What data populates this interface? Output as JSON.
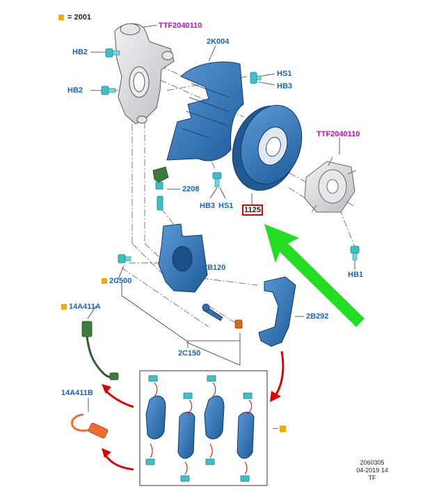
{
  "legend": {
    "marker_color": "#f5a800",
    "text": "= 2001"
  },
  "labels": {
    "knuckle": "TTF2040110",
    "hb2_top": "HB2",
    "hb2_mid": "HB2",
    "shield": "2K004",
    "hs1_right": "HS1",
    "hb3_right": "HB3",
    "hub": "TTF2040110",
    "bleeder": "2208",
    "hb3_bottom": "HB3",
    "hs1_bottom": "HS1",
    "disc": "1125",
    "hb1": "HB1",
    "caliper": "2B120",
    "bracket_bolt": "2C500",
    "sensor_a": "14A411A",
    "carrier": "2B292",
    "guide_pin": "2C150",
    "sensor_b": "14A411B"
  },
  "footer": {
    "line1": "2060305",
    "line2": "04-2019 14",
    "line3": "TF"
  },
  "colors": {
    "label_blue": "#1565c0",
    "label_magenta": "#d000d0",
    "part_blue": "#2f6fb0",
    "part_gray": "#d9d9dc",
    "highlight": "#e00000",
    "arrow_green": "#22dd22",
    "arrow_red": "#e00000",
    "marker_orange": "#f5a800"
  }
}
